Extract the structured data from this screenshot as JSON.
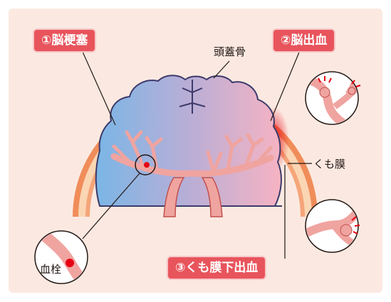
{
  "labels": {
    "cerebral_infarction": "①脳梗塞",
    "cerebral_hemorrhage": "②脳出血",
    "subarachnoid_hemorrhage": "③くも膜下出血",
    "skull": "頭蓋骨",
    "arachnoid": "くも膜",
    "thrombus": "血栓"
  },
  "colors": {
    "background": "#fbe9e1",
    "tag_fill": "#e8545c",
    "skull_outer": "#f08d5a",
    "skull_inner": "#fbd6b4",
    "vessel": "#f0a4a0",
    "brain_left": "#7ab6e6",
    "brain_right": "#f4b0c0",
    "blood": "#e60012"
  }
}
